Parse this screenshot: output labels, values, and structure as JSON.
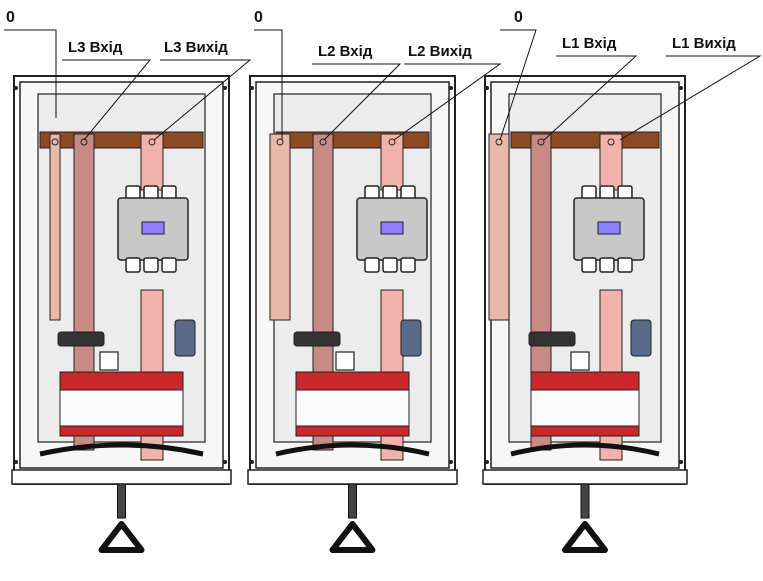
{
  "cabinets": [
    {
      "name": "cabinet-l3",
      "neutral_label": "0",
      "input_label": "L3 Вхід",
      "output_label": "L3 Вихід"
    },
    {
      "name": "cabinet-l2",
      "neutral_label": "0",
      "input_label": "L2 Вхід",
      "output_label": "L2 Вихід"
    },
    {
      "name": "cabinet-l1",
      "neutral_label": "0",
      "input_label": "L1 Вхід",
      "output_label": "L1 Вихід"
    }
  ],
  "colors": {
    "frame": "#222222",
    "panel_bg": "#ececec",
    "copper_busbar": "#8b4a24",
    "neutral_bar": "#e8b8a8",
    "input_bar": "#c98a86",
    "output_bar": "#f0b2ab",
    "contactor_body": "#c8c8c8",
    "contactor_window": "#8b7fff",
    "breaker_red": "#c8282a",
    "handle": "#111111"
  }
}
